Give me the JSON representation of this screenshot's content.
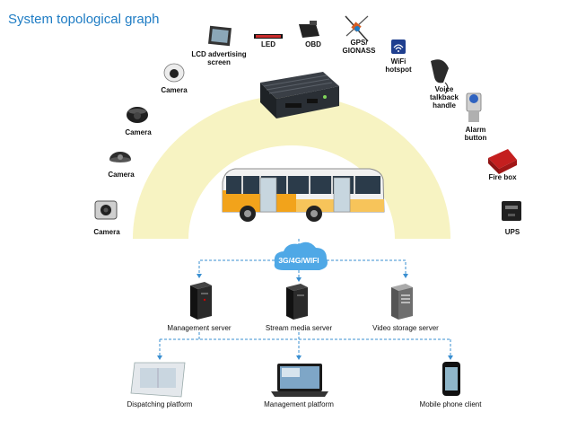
{
  "title": "System topological graph",
  "devices": {
    "camera_top": "Camera",
    "camera_2": "Camera",
    "camera_3": "Camera",
    "camera_bottom": "Camera",
    "lcd": "LCD advertising\nscreen",
    "led": "LED",
    "obd": "OBD",
    "gps": "GPS/\nGIONASS",
    "wifi": "WiFi\nhotspot",
    "voice": "Voice\ntalkback\nhandle",
    "alarm": "Alarm\nbutton",
    "fire": "Fire box",
    "ups": "UPS"
  },
  "network": {
    "cloud_label": "3G/4G/WIFI"
  },
  "servers": {
    "management": "Management server",
    "stream": "Stream media server",
    "storage": "Video storage server"
  },
  "clients": {
    "dispatching": "Dispatching platform",
    "management_platform": "Management platform",
    "mobile": "Mobile phone client"
  },
  "colors": {
    "arc": "#f7f3c2",
    "title": "#1e7cc4",
    "dash": "#3a8fd1",
    "cloud": "#4fa8e6",
    "bus_body": "#f1f1f1",
    "bus_orange": "#f2a31b"
  }
}
